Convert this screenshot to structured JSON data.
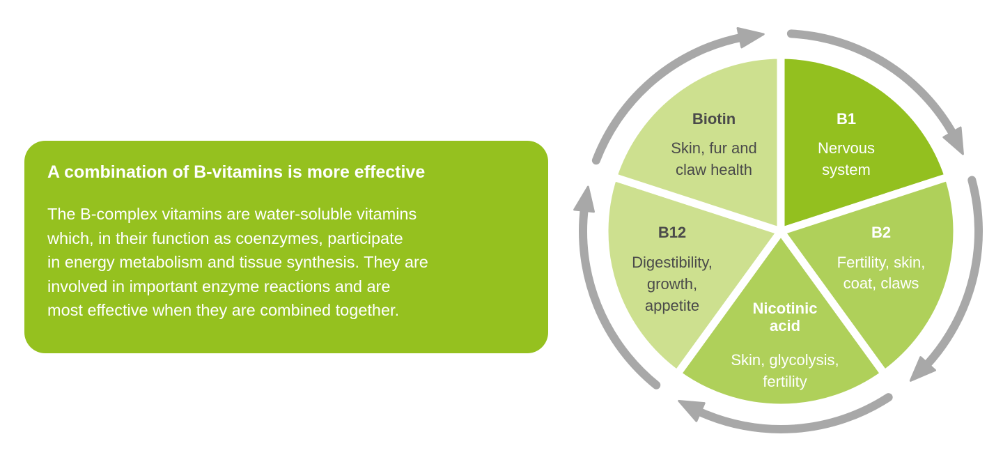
{
  "info_box": {
    "title": "A combination of B-vitamins is more effective",
    "body_lines": [
      "The B-complex vitamins are water-soluble vitamins",
      "which, in their function as coenzymes, participate",
      "in energy metabolism and tissue synthesis. They are",
      "involved in important enzyme reactions and are",
      "most effective when they are combined together."
    ]
  },
  "cycle": {
    "segments": [
      {
        "label": "B1",
        "lines": [
          "Nervous",
          "system"
        ],
        "color": "#93c01f"
      },
      {
        "label": "B2",
        "lines": [
          "Fertility, skin,",
          "coat, claws"
        ],
        "color": "#afd05a"
      },
      {
        "label": "Nicotinic",
        "label2": "acid",
        "lines": [
          "Skin, glycolysis,",
          "fertility"
        ],
        "color": "#afd05a"
      },
      {
        "label": "B12",
        "lines": [
          "Digestibility,",
          "growth,",
          "appetite"
        ],
        "color": "#cde08f"
      },
      {
        "label": "Biotin",
        "lines": [
          "Skin, fur and",
          "claw health"
        ],
        "color": "#cde08f"
      }
    ],
    "arrow_color": "#a8a8a8"
  }
}
